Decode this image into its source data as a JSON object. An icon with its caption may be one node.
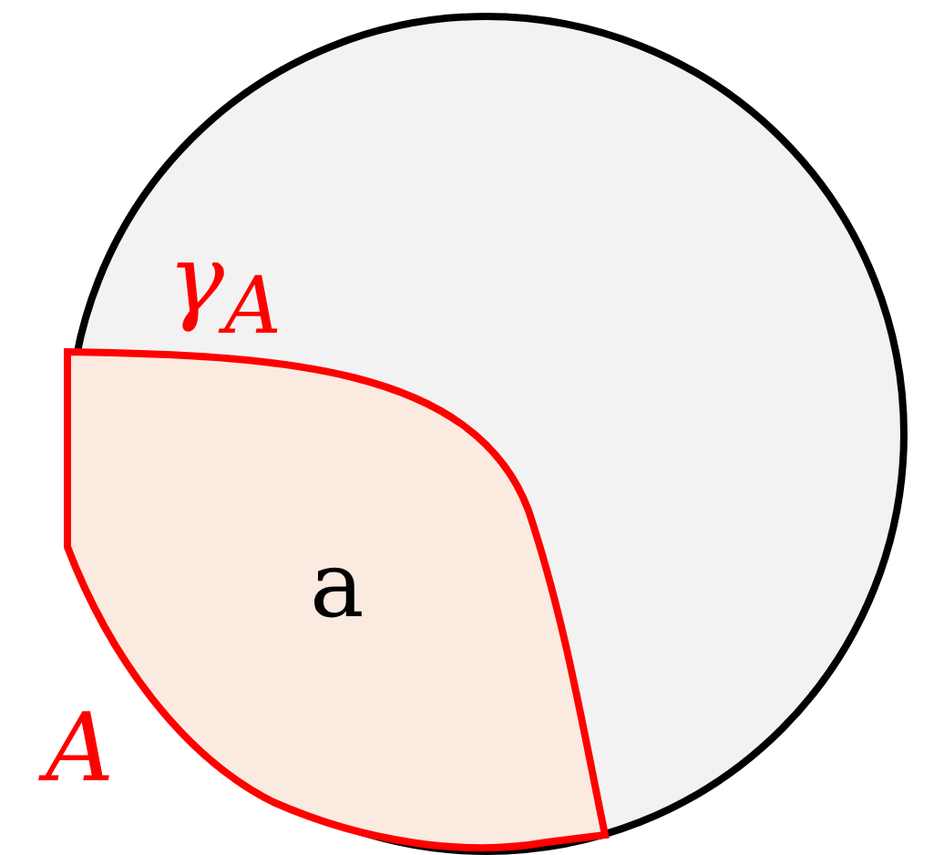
{
  "diagram": {
    "nodes": [
      {
        "text": [
          "a"
        ]
      }
    ],
    "labels": [
      "γ$_{A}$",
      "A"
    ]
  }
}
